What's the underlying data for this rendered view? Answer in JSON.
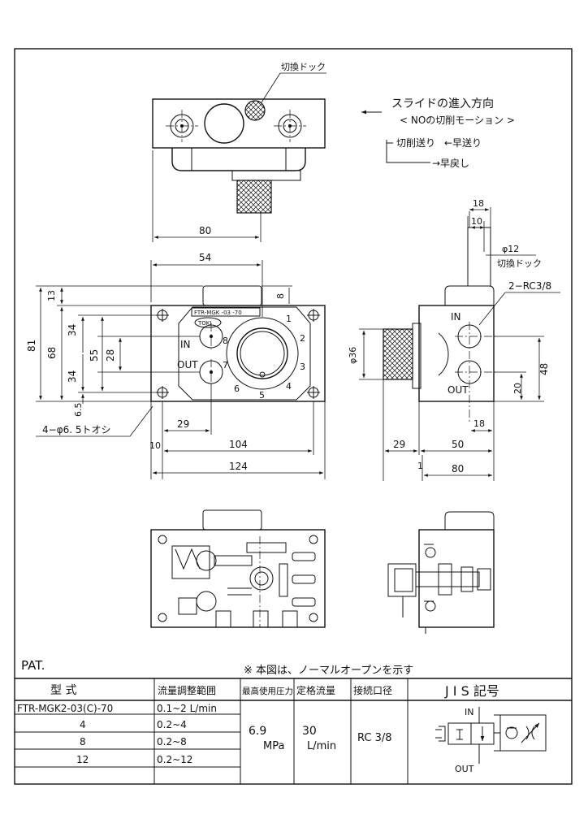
{
  "top_view": {
    "callout_label": "切換ドック",
    "slide_direction_label": "スライドの進入方向",
    "mode_label": "< NOの切削モーション >",
    "cut_feed_label": "切削送り",
    "fast_feed_label": "←早送り",
    "fast_return_label": "→早戻し",
    "dim_width": "80"
  },
  "front_view": {
    "dim_54": "54",
    "dim_8": "8",
    "dim_13": "13",
    "dim_34_top": "34",
    "dim_81": "81",
    "dim_68": "68",
    "dim_55": "55",
    "dim_28": "28",
    "dim_34_bottom": "34",
    "dim_65": "6.5",
    "dim_29": "29",
    "dim_10": "10",
    "dim_104": "104",
    "dim_124": "124",
    "hole_note": "4−φ6. 5トオシ",
    "nameplate": "FTR-MGK -03 -70",
    "logo": "TOKI",
    "port_in": "IN",
    "port_out": "OUT",
    "dial_numbers": [
      "1",
      "2",
      "3",
      "4",
      "5",
      "6",
      "7",
      "8"
    ]
  },
  "side_view": {
    "dim_18_top": "18",
    "dim_10": "10",
    "dim_phi12": "φ12",
    "dog_label": "切換ドック",
    "port_note": "2−RC3/8",
    "dim_phi36": "φ36",
    "port_in": "IN",
    "port_out": "OUT",
    "dim_48": "48",
    "dim_20": "20",
    "dim_18_bottom": "18",
    "dim_29": "29",
    "dim_50": "50",
    "dim_1": "1",
    "dim_80": "80"
  },
  "footer": {
    "pat": "PAT.",
    "note": "※ 本図は、ノーマルオープンを示す"
  },
  "spec_table": {
    "headers": [
      "型   式",
      "流量調整範囲",
      "最高使用圧力",
      "定格流量",
      "接続口径",
      "J I S  記号"
    ],
    "model_rows": [
      {
        "model": "FTR-MGK2-03(C)-70",
        "range": "0.1~2 L/min"
      },
      {
        "model": "4",
        "range": "0.2~4"
      },
      {
        "model": "8",
        "range": "0.2~8"
      },
      {
        "model": "12",
        "range": "0.2~12"
      }
    ],
    "pressure_value": "6.9",
    "pressure_unit": "MPa",
    "flow_value": "30",
    "flow_unit": "L/min",
    "port_size": "RC 3/8",
    "jis_in": "IN",
    "jis_out": "OUT"
  }
}
